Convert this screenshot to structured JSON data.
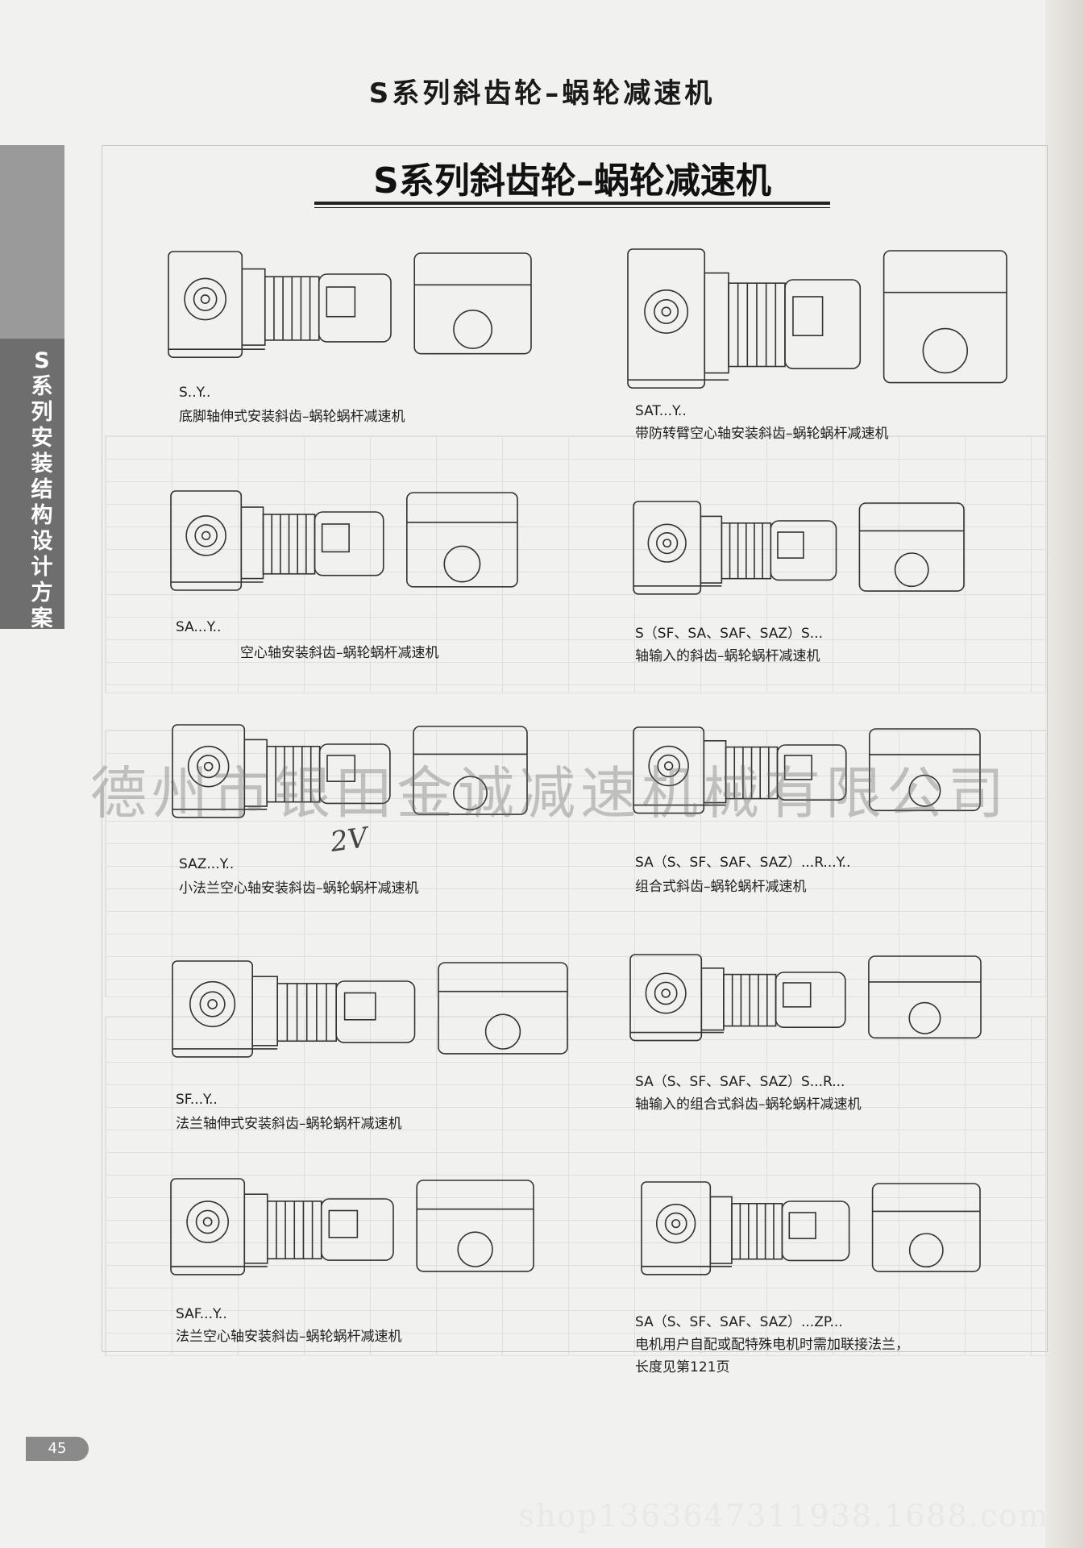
{
  "header": {
    "page_title": "S系列斜齿轮–蜗轮减速机",
    "main_title": "S系列斜齿轮–蜗轮减速机",
    "side_title": [
      "S",
      "系",
      "列",
      "安",
      "装",
      "结",
      "构",
      "设",
      "计",
      "方",
      "案"
    ]
  },
  "items": [
    {
      "code": "S..Y..",
      "desc": "底脚轴伸式安装斜齿–蜗轮蜗杆减速机"
    },
    {
      "code": "SAT...Y..",
      "desc": "带防转臂空心轴安装斜齿–蜗轮蜗杆减速机"
    },
    {
      "code": "SA...Y..",
      "desc": "空心轴安装斜齿–蜗轮蜗杆减速机"
    },
    {
      "code": "S（SF、SA、SAF、SAZ）S...",
      "desc": "轴输入的斜齿–蜗轮蜗杆减速机"
    },
    {
      "code": "SAZ...Y..",
      "desc": "小法兰空心轴安装斜齿–蜗轮蜗杆减速机"
    },
    {
      "code": "SA（S、SF、SAF、SAZ）...R...Y..",
      "desc": "组合式斜齿–蜗轮蜗杆减速机"
    },
    {
      "code": "SF...Y..",
      "desc": "法兰轴伸式安装斜齿–蜗轮蜗杆减速机"
    },
    {
      "code": "SA（S、SF、SAF、SAZ）S...R...",
      "desc": "轴输入的组合式斜齿–蜗轮蜗杆减速机"
    },
    {
      "code": "SAF...Y..",
      "desc": "法兰空心轴安装斜齿–蜗轮蜗杆减速机"
    },
    {
      "code": "SA（S、SF、SAF、SAZ）...ZP...",
      "desc": "电机用户自配或配特殊电机时需加联接法兰，",
      "note": "长度见第121页"
    }
  ],
  "watermark": "德州市银田金诚减速机械有限公司",
  "scribble": "2V",
  "page_number": "45",
  "footer_url": "shop1363647311938.1688.com"
}
